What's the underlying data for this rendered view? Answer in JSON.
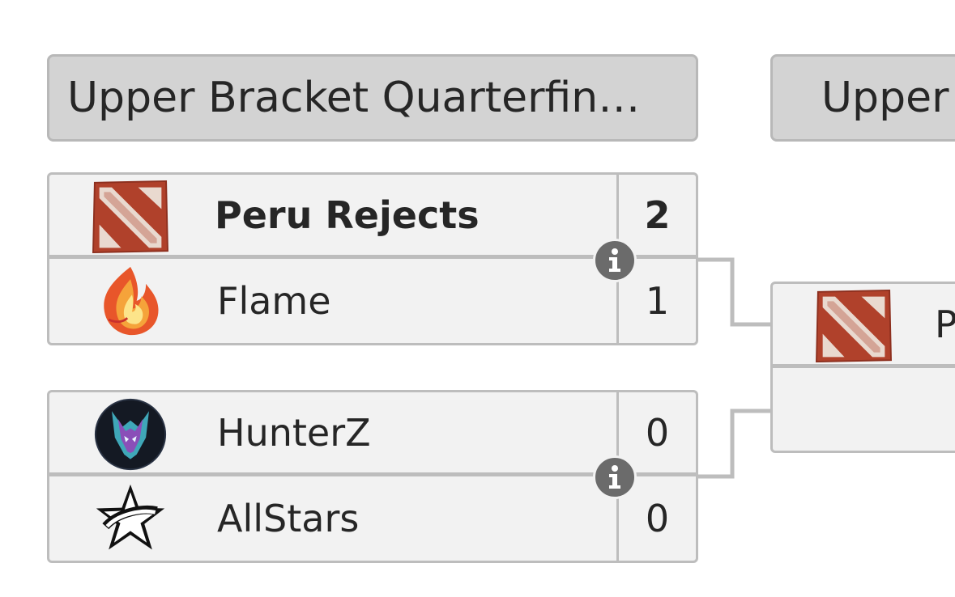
{
  "rounds": [
    {
      "title": "Upper Bracket Quarterfin…"
    },
    {
      "title": "Upper"
    }
  ],
  "matches": [
    {
      "teams": [
        {
          "name": "Peru Rejects",
          "score": "2",
          "logo": "dota2-logo",
          "winner": true
        },
        {
          "name": "Flame",
          "score": "1",
          "logo": "flame-phoenix-logo",
          "winner": false
        }
      ]
    },
    {
      "teams": [
        {
          "name": "HunterZ",
          "score": "0",
          "logo": "hunterz-wolf-logo",
          "winner": false
        },
        {
          "name": "AllStars",
          "score": "0",
          "logo": "allstars-star-logo",
          "winner": false
        }
      ]
    },
    {
      "teams": [
        {
          "name": "P",
          "score": "",
          "logo": "dota2-logo"
        },
        {
          "name": "",
          "score": ""
        }
      ]
    }
  ],
  "colors": {
    "header_bg": "#d3d3d3",
    "row_bg": "#f2f2f2",
    "border": "#bdbdbd",
    "info_icon": "#6b6b6b",
    "dota_red": "#b0412b"
  }
}
